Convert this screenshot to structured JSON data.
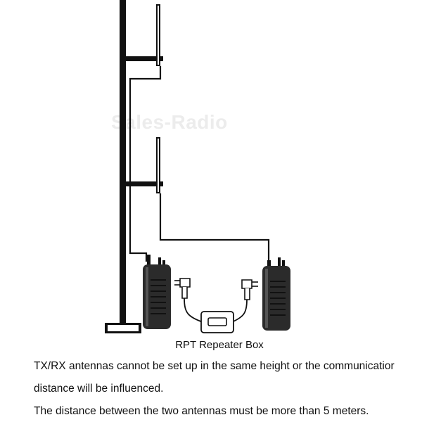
{
  "watermark": "Sales-Radio",
  "repeater_box_label": "RPT Repeater Box",
  "notes": [
    "TX/RX antennas cannot be set up in the same height or the communicatior",
    "distance will be influenced.",
    "The distance between the two antennas must be more than 5 meters."
  ],
  "colors": {
    "line": "#111111",
    "radio_body": "#2b2b2b",
    "background": "#ffffff",
    "watermark": "#ececec"
  },
  "icons": [
    "antenna-mast",
    "vertical-antenna",
    "walkie-talkie",
    "programming-cable",
    "repeater-box"
  ]
}
